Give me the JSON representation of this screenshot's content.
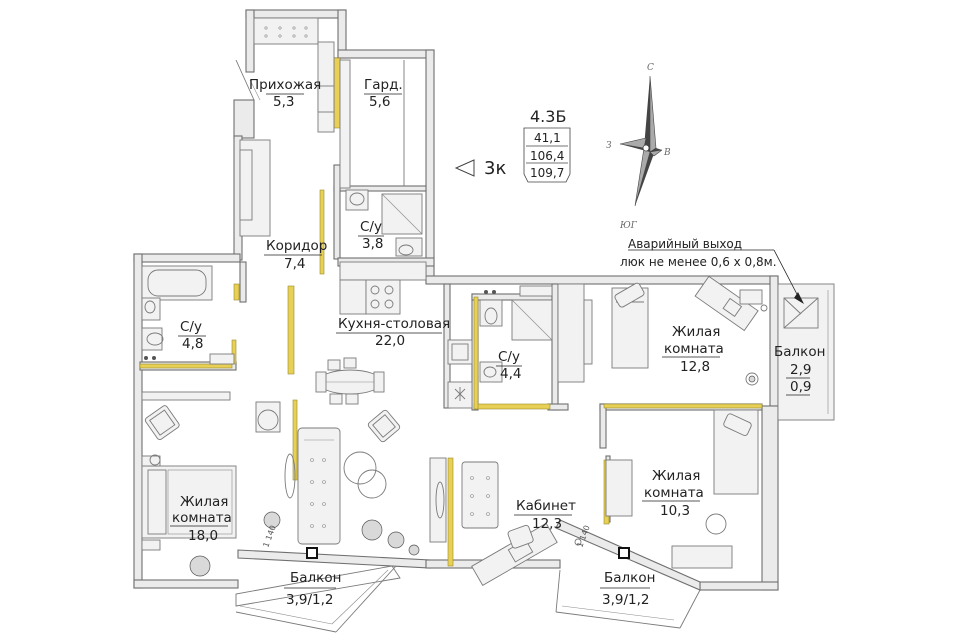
{
  "plan": {
    "code": "4.3Б",
    "areas": [
      "41,1",
      "106,4",
      "109,7"
    ],
    "rooms_label": "3к"
  },
  "compass": {
    "n": "С",
    "s": "ЮГ",
    "w": "З",
    "e": "В"
  },
  "emergency_exit": {
    "line1": "Аварийный выход",
    "line2": "люк не менее 0,6 х 0,8м."
  },
  "rooms": {
    "hall": {
      "name": "Прихожая",
      "area": "5,3"
    },
    "wardrobe": {
      "name": "Гард.",
      "area": "5,6"
    },
    "bath_top": {
      "name": "С/у",
      "area": "3,8"
    },
    "corridor": {
      "name": "Коридор",
      "area": "7,4"
    },
    "bath_left": {
      "name": "С/у",
      "area": "4,8"
    },
    "kitchen": {
      "name": "Кухня-столовая",
      "area": "22,0"
    },
    "bath_mid": {
      "name": "С/у",
      "area": "4,4"
    },
    "living_ne": {
      "name1": "Жилая",
      "name2": "комната",
      "area": "12,8"
    },
    "balcony_e": {
      "name": "Балкон",
      "area1": "2,9",
      "area2": "0,9"
    },
    "living_w": {
      "name1": "Жилая",
      "name2": "комната",
      "area": "18,0"
    },
    "study": {
      "name": "Кабинет",
      "area": "12,3"
    },
    "living_e": {
      "name1": "Жилая",
      "name2": "комната",
      "area": "10,3"
    },
    "balcony_sw": {
      "name": "Балкон",
      "area": "3,9/1,2"
    },
    "balcony_se": {
      "name": "Балкон",
      "area": "3,9/1,2"
    }
  },
  "dims": [
    "1 140",
    "1 140"
  ]
}
